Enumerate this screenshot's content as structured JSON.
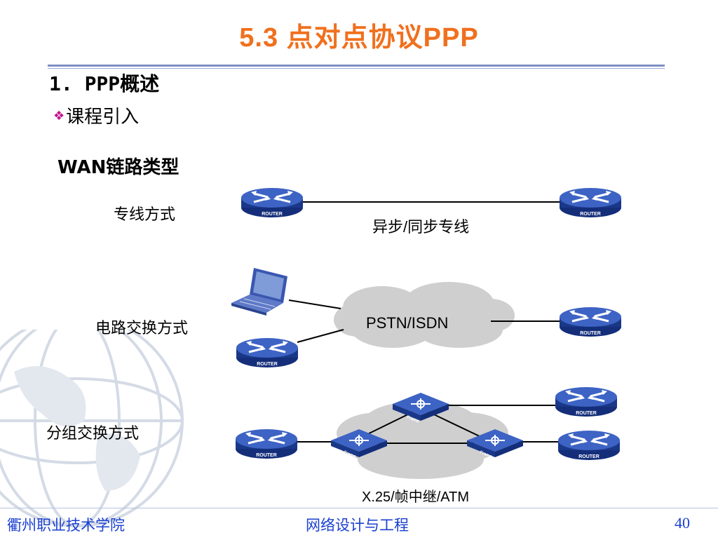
{
  "slide": {
    "title": "5.3 点对点协议PPP",
    "section": "1. PPP概述",
    "bullet": "课程引入",
    "subheading": "WAN链路类型"
  },
  "diagram": {
    "leased_line_label": "专线方式",
    "leased_line_caption": "异步/同步专线",
    "circuit_switch_label": "电路交换方式",
    "cloud_label": "PSTN/ISDN",
    "packet_switch_label": "分组交换方式",
    "packet_caption": "X.25/帧中继/ATM",
    "router_text": "ROUTER",
    "switch_text": "Frame"
  },
  "footer": {
    "school": "衢州职业技术学院",
    "course": "网络设计与工程",
    "page": "40"
  },
  "colors": {
    "title": "#f0701e",
    "footer_text": "#1a3fd0",
    "router": "#1f3fa0",
    "cloud": "#cfcfcf"
  }
}
